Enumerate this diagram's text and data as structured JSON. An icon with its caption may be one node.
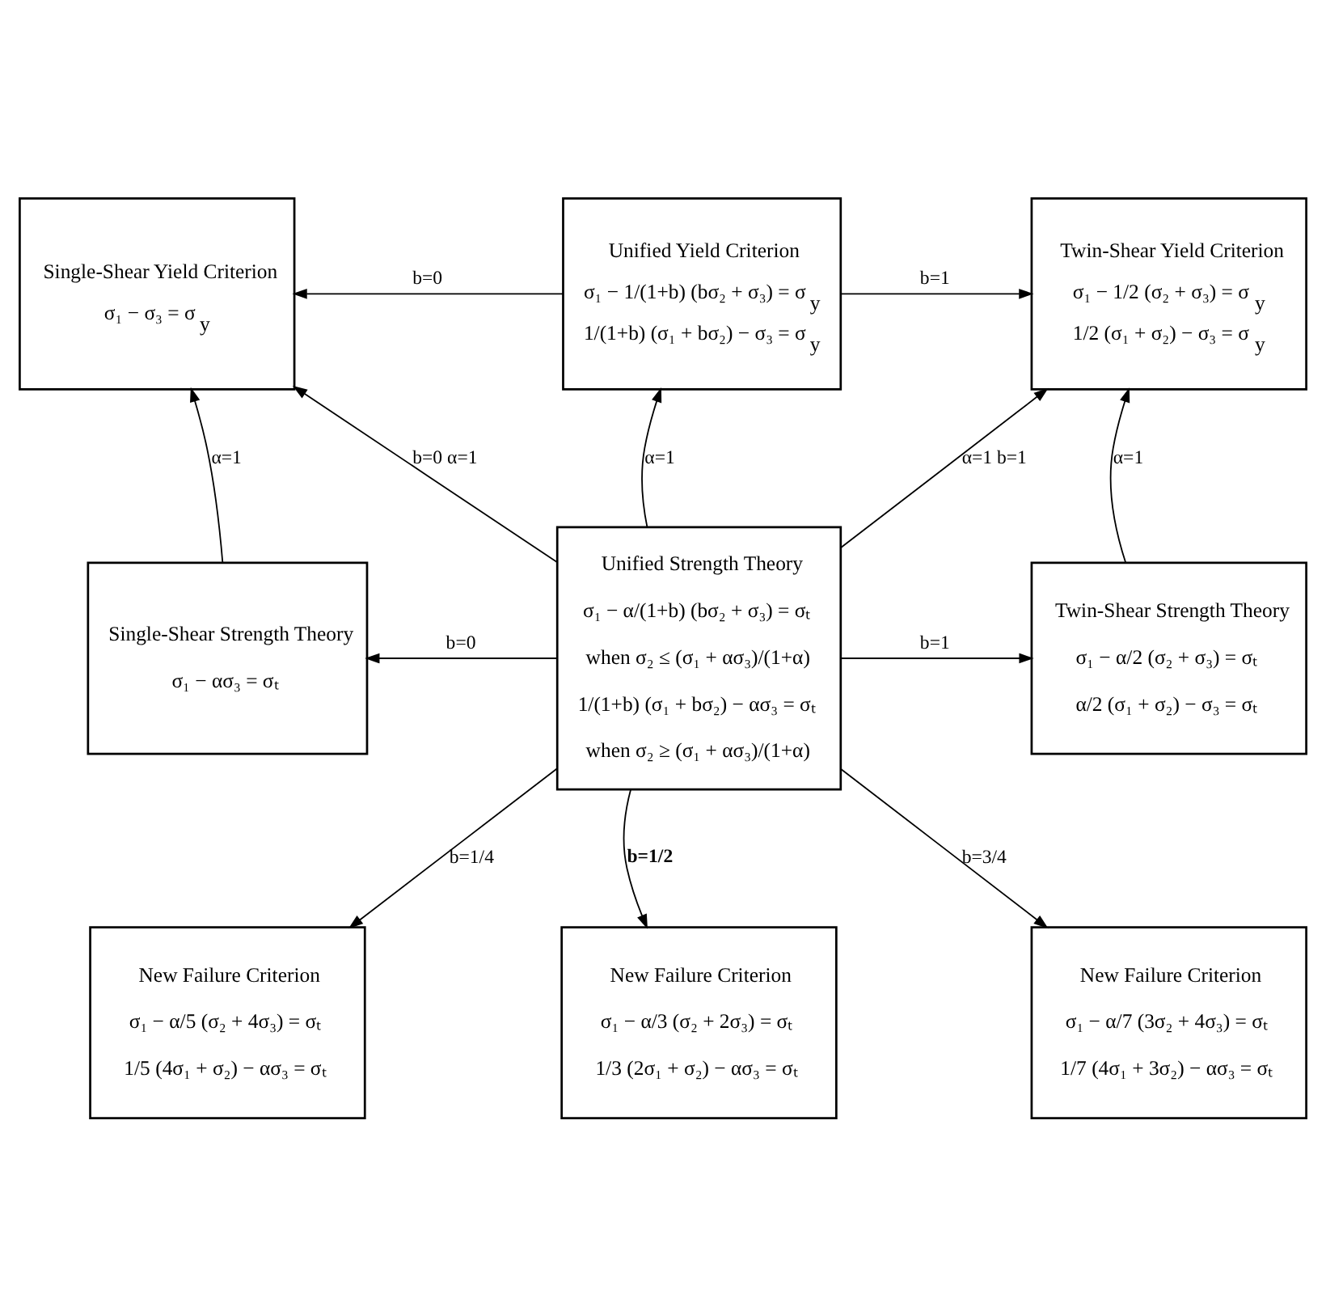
{
  "diagram": {
    "nodes": [
      {
        "text": [
          "Single-Shear Yield Criterion",
          "σ₁ − σ₃ = σ$_{y}$"
        ]
      },
      {
        "text": [
          "Unified Yield Criterion",
          "σ₁ − 1/(1+b) (bσ₂ + σ₃) = σ$_{y}$",
          "1/(1+b) (σ₁ + bσ₂) − σ₃ = σ$_{y}$"
        ]
      },
      {
        "text": [
          "Twin-Shear Yield Criterion",
          "σ₁ − 1/2 (σ₂ + σ₃) = σ$_{y}$",
          "1/2 (σ₁ + σ₂) − σ₃ = σ$_{y}$"
        ]
      },
      {
        "text": [
          "Single-Shear Strength Theory",
          "σ₁ − ασ₃ = σₜ"
        ]
      },
      {
        "text": [
          "Unified Strength Theory",
          "σ₁ − α/(1+b) (bσ₂ + σ₃) = σₜ",
          "when σ₂ ≤ (σ₁ + ασ₃)/(1+α)",
          "1/(1+b) (σ₁ + bσ₂) − ασ₃ = σₜ",
          "when σ₂ ≥ (σ₁ + ασ₃)/(1+α)"
        ]
      },
      {
        "text": [
          "Twin-Shear Strength Theory",
          "σ₁ − α/2 (σ₂ + σ₃) = σₜ",
          "α/2 (σ₁ + σ₂) − σ₃ = σₜ"
        ]
      },
      {
        "text": [
          "New Failure Criterion",
          "σ₁ − α/5 (σ₂ + 4σ₃) = σₜ",
          "1/5 (4σ₁ + σ₂) − ασ₃ = σₜ"
        ]
      },
      {
        "text": [
          "New Failure Criterion",
          "σ₁ − α/3 (σ₂ + 2σ₃) = σₜ",
          "1/3 (2σ₁ + σ₂) − ασ₃ = σₜ"
        ]
      },
      {
        "text": [
          "New Failure Criterion",
          "σ₁ − α/7 (3σ₂ + 4σ₃) = σₜ",
          "1/7 (4σ₁ + 3σ₂) − ασ₃ = σₜ"
        ]
      }
    ],
    "edges": [
      {
        "from": 1,
        "to": 0,
        "arrow": "to",
        "label": "b=0"
      },
      {
        "from": 1,
        "to": 2,
        "arrow": "to",
        "label": "b=1"
      },
      {
        "from": 3,
        "to": 0,
        "arrow": "to",
        "label": "α=1"
      },
      {
        "from": 4,
        "to": 0,
        "arrow": "to",
        "label": "b=0 α=1"
      },
      {
        "from": 4,
        "to": 1,
        "arrow": "to",
        "label": "α=1"
      },
      {
        "from": 4,
        "to": 2,
        "arrow": "to",
        "label": "α=1 b=1"
      },
      {
        "from": 5,
        "to": 2,
        "arrow": "to",
        "label": "α=1"
      },
      {
        "from": 4,
        "to": 3,
        "arrow": "to",
        "label": "b=0"
      },
      {
        "from": 4,
        "to": 5,
        "arrow": "to",
        "label": "b=1"
      },
      {
        "from": 4,
        "to": 6,
        "arrow": "to",
        "label": "b=1/4"
      },
      {
        "from": 4,
        "to": 7,
        "arrow": "to",
        "label": "b=1/2"
      },
      {
        "from": 4,
        "to": 8,
        "arrow": "to",
        "label": "b=3/4"
      }
    ]
  }
}
